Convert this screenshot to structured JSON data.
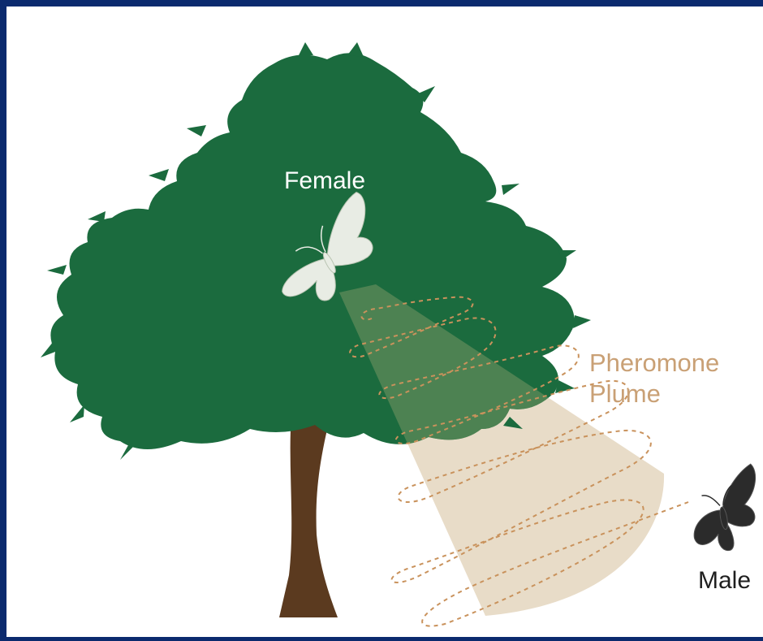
{
  "labels": {
    "female": "Female",
    "plume_line1": "Pheromone",
    "plume_line2": "Plume",
    "male": "Male"
  },
  "colors": {
    "frame": "#0b2a6e",
    "background": "#ffffff",
    "foliage": "#1b6b3e",
    "trunk": "#5b3a1f",
    "plume_fill": "#e8dcc8",
    "plume_path": "#c9925c",
    "plume_label": "#c9a075",
    "female_label": "#ffffff",
    "female_moth": "#e8ece4",
    "male_moth": "#2b2b2b",
    "male_label": "#1f1f1f"
  },
  "icons": {
    "female": "moth-icon",
    "male": "moth-icon"
  }
}
